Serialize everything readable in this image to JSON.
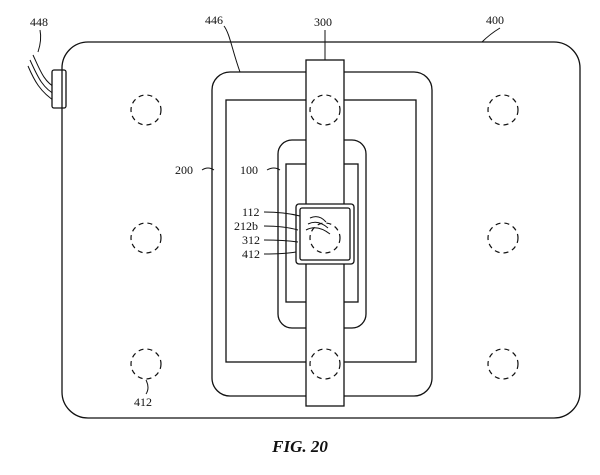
{
  "figure": {
    "caption": "FIG. 20",
    "labels": {
      "cable": "448",
      "charging_surface": "446",
      "watch_band": "300",
      "mat": "400",
      "phone": "200",
      "phone_inner": "100",
      "label_112": "112",
      "label_212b": "212b",
      "label_312": "312",
      "label_412_watch": "412",
      "label_412_coil": "412"
    },
    "colors": {
      "line": "#111111",
      "background": "#ffffff"
    }
  }
}
